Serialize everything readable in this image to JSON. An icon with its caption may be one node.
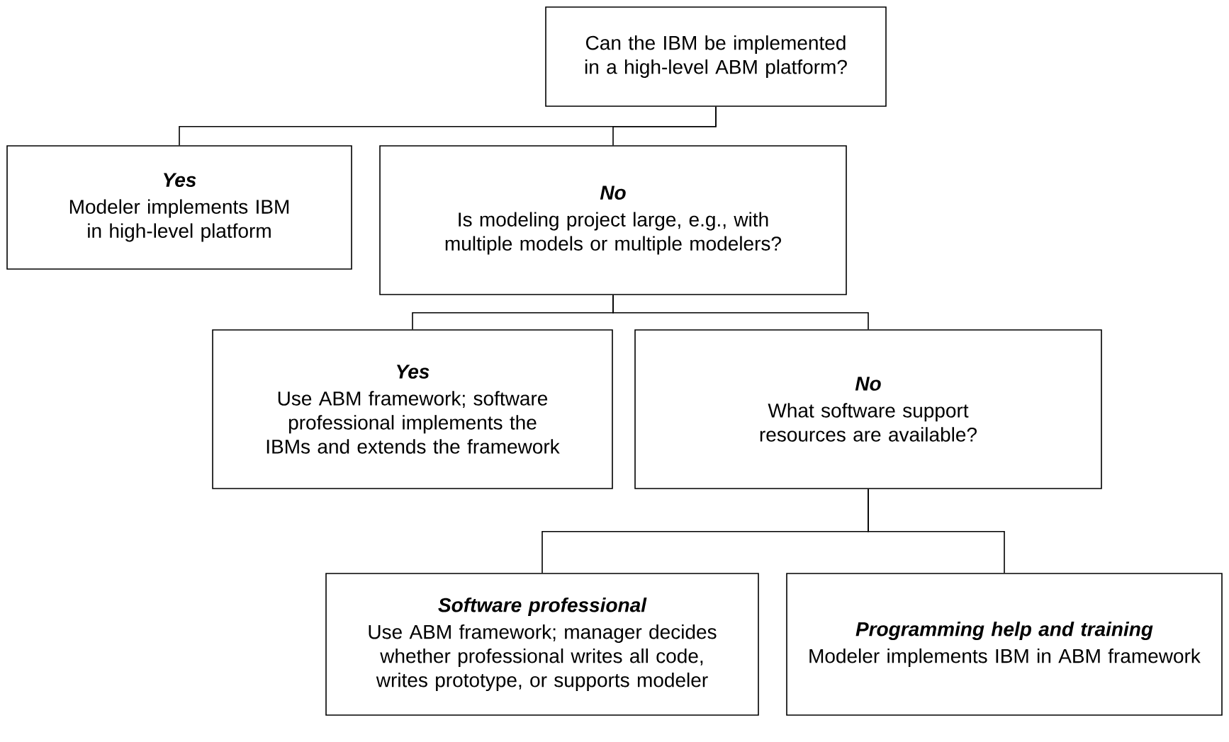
{
  "diagram": {
    "nodes": [
      {
        "text": [
          "Can the IBM be implemented in a high-level ABM platform?"
        ]
      },
      {
        "text": [
          "Yes",
          "Modeler implements IBM in high-level platform"
        ]
      },
      {
        "text": [
          "No",
          "Is modeling project large, e.g., with multiple models or multiple modelers?"
        ]
      },
      {
        "text": [
          "Yes",
          "Use ABM framework; software professional implements the IBMs and extends the framework"
        ]
      },
      {
        "text": [
          "No",
          "What software support resources are available?"
        ]
      },
      {
        "text": [
          "Software professional",
          "Use ABM framework; manager decides whether professional writes all code, writes prototype, or supports modeler"
        ]
      },
      {
        "text": [
          "Programming help and training",
          "Modeler implements IBM in ABM framework"
        ]
      }
    ],
    "edges": [
      {
        "from": 0,
        "to": 1,
        "arrow": "none"
      },
      {
        "from": 0,
        "to": 2,
        "arrow": "none"
      },
      {
        "from": 2,
        "to": 3,
        "arrow": "none"
      },
      {
        "from": 2,
        "to": 4,
        "arrow": "none"
      },
      {
        "from": 4,
        "to": 5,
        "arrow": "none"
      },
      {
        "from": 4,
        "to": 6,
        "arrow": "none"
      }
    ]
  }
}
